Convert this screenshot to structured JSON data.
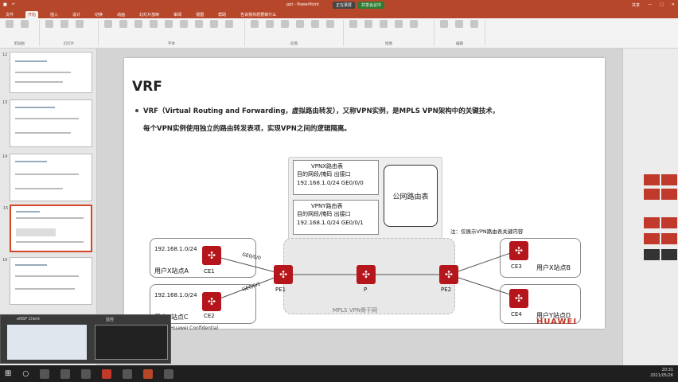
{
  "window": {
    "title_fragment": "ppt - PowerPoint",
    "rec_status": "正在录屏",
    "rec_live": "共享会议中",
    "user": "共享"
  },
  "tabs": [
    "文件",
    "开始",
    "插入",
    "设计",
    "切换",
    "动画",
    "幻灯片放映",
    "审阅",
    "视图",
    "帮助",
    "告诉我你想要做什么"
  ],
  "ribbon_groups": [
    "剪贴板",
    "幻灯片",
    "字体",
    "段落",
    "绘图",
    "编辑"
  ],
  "slide": {
    "title": "VRF",
    "bullet_line1": "VRF（Virtual Routing and Forwarding，虚拟路由转发），又称VPN实例，是MPLS VPN架构中的关键技术，",
    "bullet_line2": "每个VPN实例使用独立的路由转发表项，实现VPN之间的逻辑隔离。",
    "vpnx_table": {
      "title": "VPNX路由表",
      "header": "目的网段/掩码   出接口",
      "row": "192.168.1.0/24   GE0/0/0"
    },
    "vpny_table": {
      "title": "VPNY路由表",
      "header": "目的网段/掩码   出接口",
      "row": "192.168.1.0/24   GE0/0/1"
    },
    "public_table": "公网路由表",
    "note": "注：仅展示VPN路由表关键内容",
    "site_a": {
      "net": "192.168.1.0/24",
      "name": "用户X站点A",
      "device": "CE1"
    },
    "site_c": {
      "net": "192.168.1.0/24",
      "name": "用户Y站点C",
      "device": "CE2"
    },
    "site_b": {
      "name": "用户X站点B",
      "device": "CE3"
    },
    "site_d": {
      "name": "用户Y站点D",
      "device": "CE4"
    },
    "pe1": "PE1",
    "p": "P",
    "pe2": "PE2",
    "if1": "GE0/0/0",
    "if2": "GE0/0/1",
    "backbone": "MPLS VPN骨干网",
    "footer": "Huawei Confidential",
    "brand": "HUAWEI"
  },
  "thumbnails": [
    "12",
    "13",
    "14",
    "15",
    "16"
  ],
  "popup": {
    "title1": "eNSP Client",
    "title2": "监控"
  },
  "clock": {
    "time": "20:31",
    "date": "2021/05/26"
  },
  "colors": {
    "accent": "#b7472a",
    "router": "#b5161b"
  }
}
